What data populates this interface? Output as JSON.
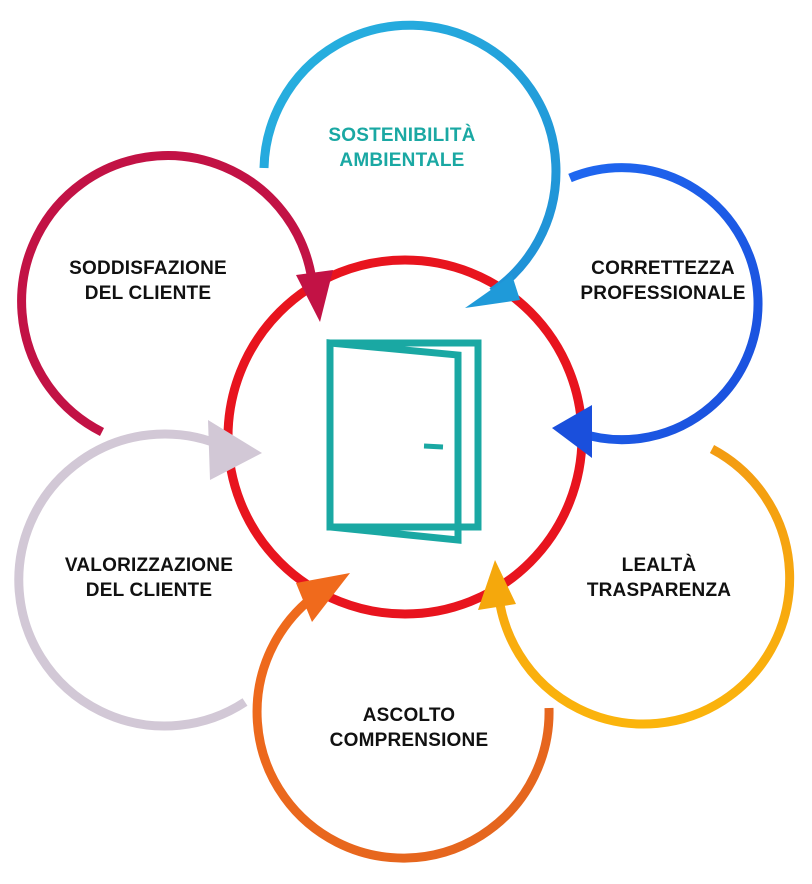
{
  "diagram": {
    "center": {
      "icon": "open-door-icon",
      "ring_color": "#e8141e",
      "icon_color": "#1aa8a3"
    },
    "nodes": [
      {
        "id": "sostenibilita",
        "lines": [
          "SOSTENIBILITÀ",
          "AMBIENTALE"
        ],
        "arc_color": "#27a4dd",
        "text_color": "#1aa8a3"
      },
      {
        "id": "correttezza",
        "lines": [
          "CORRETTEZZA",
          "PROFESSIONALE"
        ],
        "arc_color": "#1f5be8",
        "text_color": "#111111"
      },
      {
        "id": "lealta",
        "lines": [
          "LEALTÀ",
          "TRASPARENZA"
        ],
        "arc_color": "#f7a50f",
        "text_color": "#111111"
      },
      {
        "id": "ascolto",
        "lines": [
          "ASCOLTO",
          "COMPRENSIONE"
        ],
        "arc_color": "#ea6a1f",
        "text_color": "#111111"
      },
      {
        "id": "valorizzazione",
        "lines": [
          "VALORIZZAZIONE",
          "DEL CLIENTE"
        ],
        "arc_color": "#d2c8d6",
        "text_color": "#111111"
      },
      {
        "id": "soddisfazione",
        "lines": [
          "SODDISFAZIONE",
          "DEL CLIENTE"
        ],
        "arc_color": "#c21245",
        "text_color": "#111111"
      }
    ]
  }
}
